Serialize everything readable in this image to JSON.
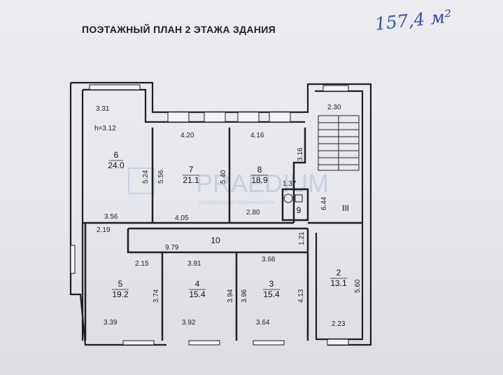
{
  "title": "ПОЭТАЖНЫЙ ПЛАН 2 ЭТАЖА ЗДАНИЯ",
  "handwritten_note": "157,4 м²",
  "watermark": {
    "brand": "PRAEDIUM",
    "tagline": "коммерческая недвижимость"
  },
  "rooms": {
    "r6": {
      "number": "6",
      "area": "24.0"
    },
    "r7": {
      "number": "7",
      "area": "21.1"
    },
    "r8": {
      "number": "8",
      "area": "18.9"
    },
    "r9": {
      "number": "9"
    },
    "r10": {
      "number": "10"
    },
    "r5": {
      "number": "5",
      "area": "19.2"
    },
    "r4": {
      "number": "4",
      "area": "15.4"
    },
    "r3": {
      "number": "3",
      "area": "15.4"
    },
    "r2": {
      "number": "2",
      "area": "13.1"
    },
    "stair": {
      "number": "III"
    }
  },
  "dimensions": {
    "d331": "3.31",
    "height": "h=3.12",
    "d420": "4.20",
    "d416": "4.16",
    "d230": "2.30",
    "d524": "5.24",
    "d556": "5.56",
    "d540": "5.40",
    "d316": "3.16",
    "d137": "1.37",
    "d644": "6.44",
    "d356": "3.56",
    "d405": "4.05",
    "d280": "2.80",
    "d219": "2.19",
    "d121": "1.21",
    "d979": "9.79",
    "d215": "2.15",
    "d391": "3.91",
    "d366": "3.66",
    "d374": "3.74",
    "d394": "3.94",
    "d396": "3.96",
    "d413": "4.13",
    "d560": "5.60",
    "d339": "3.39",
    "d392": "3.92",
    "d364": "3.64",
    "d223": "2.23"
  },
  "colors": {
    "wall": "#1e1e24",
    "ink": "#3a4fb0"
  }
}
